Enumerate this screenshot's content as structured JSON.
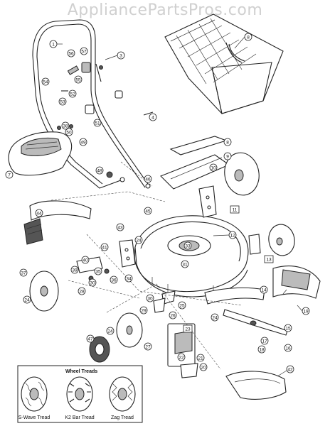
{
  "watermark": "AppliancePartsPros.com",
  "callouts": [
    "1",
    "3",
    "4",
    "8",
    "9",
    "10",
    "11",
    "12",
    "13",
    "14",
    "15",
    "16",
    "17",
    "18",
    "19",
    "20",
    "21",
    "22",
    "23",
    "24",
    "25",
    "26",
    "27",
    "28",
    "29",
    "30",
    "31",
    "33",
    "34",
    "35",
    "36",
    "37",
    "38",
    "39",
    "40",
    "41",
    "42",
    "43",
    "44",
    "45",
    "46",
    "47",
    "48",
    "49",
    "50",
    "51",
    "52",
    "53",
    "54",
    "55",
    "56",
    "57"
  ],
  "treads": {
    "title": "Wheel Treads",
    "s_wave": "S-Wave Tread",
    "k2_bar": "K2 Bar Tread",
    "zag": "Zag Tread"
  }
}
